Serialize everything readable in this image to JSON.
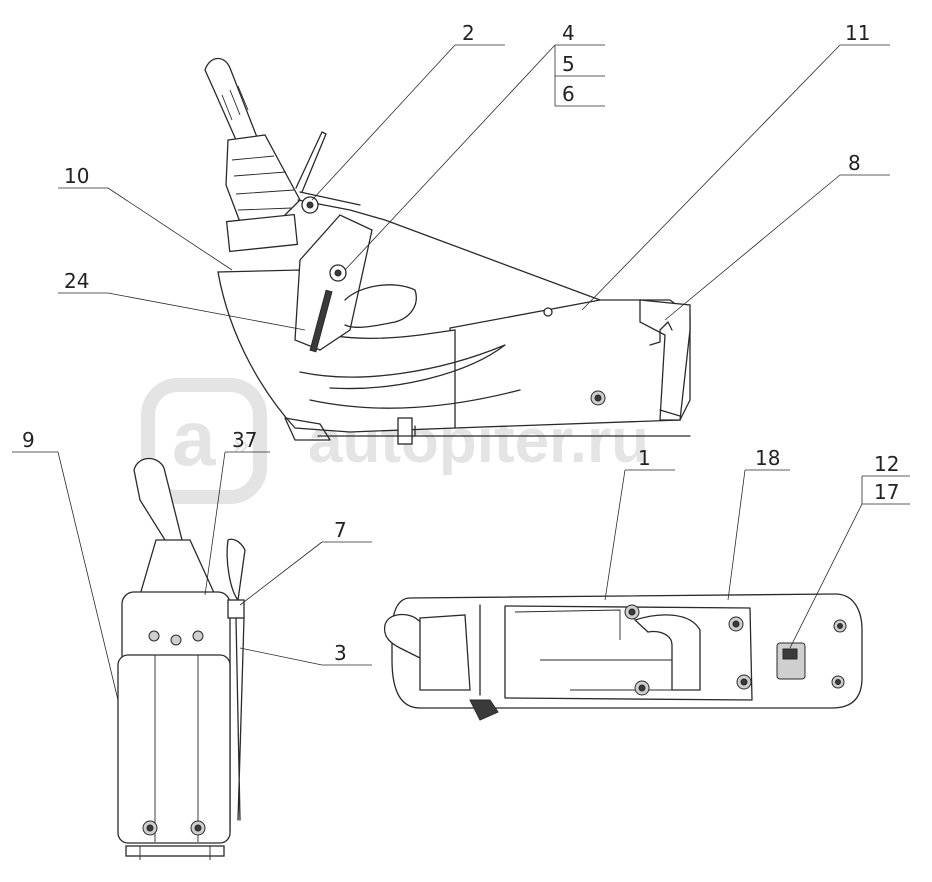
{
  "watermark": {
    "text": "autopiter.ru",
    "logo_letter": "a"
  },
  "colors": {
    "line": "#2a2a2a",
    "watermark": "#e4e4e4",
    "background": "#ffffff"
  },
  "callouts": [
    {
      "id": "c1",
      "label": "1"
    },
    {
      "id": "c2",
      "label": "2"
    },
    {
      "id": "c3",
      "label": "3"
    },
    {
      "id": "c4",
      "label": "4"
    },
    {
      "id": "c5",
      "label": "5"
    },
    {
      "id": "c6",
      "label": "6"
    },
    {
      "id": "c7",
      "label": "7"
    },
    {
      "id": "c8",
      "label": "8"
    },
    {
      "id": "c9",
      "label": "9"
    },
    {
      "id": "c10",
      "label": "10"
    },
    {
      "id": "c11",
      "label": "11"
    },
    {
      "id": "c12",
      "label": "12"
    },
    {
      "id": "c17",
      "label": "17"
    },
    {
      "id": "c18",
      "label": "18"
    },
    {
      "id": "c24",
      "label": "24"
    },
    {
      "id": "c37",
      "label": "37"
    }
  ]
}
